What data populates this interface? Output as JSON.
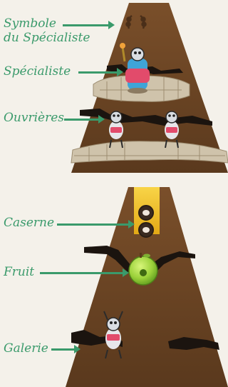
{
  "labels": {
    "specialist_symbol_line1": "Symbole",
    "specialist_symbol_line2": "du Spécialiste",
    "specialist": "Spécialiste",
    "workers": "Ouvrières",
    "barracks": "Caserne",
    "fruit": "Fruit",
    "gallery": "Galerie"
  },
  "colors": {
    "label_text": "#3a9a6b",
    "dirt": "#6b4423",
    "cobblestone": "#cfc3ab",
    "tunnel": "#1b140f",
    "fruit": "#9bd13a",
    "light_beam": "#f3c21c"
  },
  "icons": {
    "laurel": "laurel-icon",
    "specialist_ant": "specialist-ant-icon",
    "worker_ant": "worker-ant-icon",
    "egg": "egg-icon",
    "fruit": "fruit-icon",
    "soldier_ant": "soldier-ant-icon"
  }
}
